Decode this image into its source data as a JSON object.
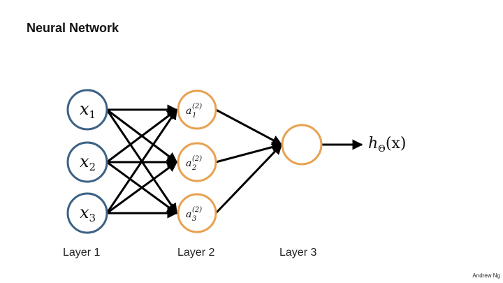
{
  "title": "Neural Network",
  "footer": "Andrew Ng",
  "colors": {
    "input_node": "#3d6285",
    "hidden_node": "#e8a150",
    "edge": "#000000"
  },
  "inputs": [
    {
      "var": "x",
      "sub": "1"
    },
    {
      "var": "x",
      "sub": "2"
    },
    {
      "var": "x",
      "sub": "3"
    }
  ],
  "hidden": [
    {
      "var": "a",
      "sub": "1",
      "sup": "(2)"
    },
    {
      "var": "a",
      "sub": "2",
      "sup": "(2)"
    },
    {
      "var": "a",
      "sub": "3",
      "sup": "(2)"
    }
  ],
  "output": {
    "h": "h",
    "theta": "Θ",
    "arg": "(x)"
  },
  "layers": [
    "Layer 1",
    "Layer 2",
    "Layer 3"
  ]
}
